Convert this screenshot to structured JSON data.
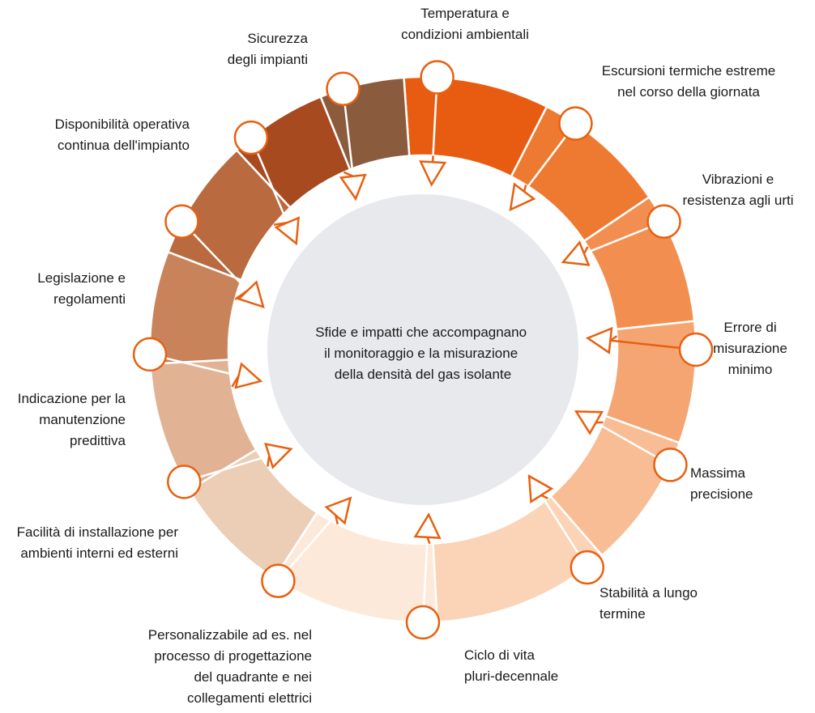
{
  "center": {
    "lines": [
      "Sfide e impatti che accompagnano",
      "il monitoraggio e la misurazione",
      "della densità del gas isolante"
    ],
    "color": "#e8e9ec"
  },
  "accent_color": "#e8600f",
  "segments": [
    {
      "color": "#e85c12",
      "label": [
        "Temperatura e",
        "condizioni ambientali"
      ]
    },
    {
      "color": "#ee7a32",
      "label": [
        "Escursioni termiche estreme",
        "nel corso della giornata"
      ]
    },
    {
      "color": "#f28f50",
      "label": [
        "Vibrazioni e",
        "resistenza agli urti"
      ]
    },
    {
      "color": "#f5a572",
      "label": [
        "Errore di",
        "misurazione",
        "minimo"
      ]
    },
    {
      "color": "#f8bd94",
      "label": [
        "Massima",
        "precisione"
      ]
    },
    {
      "color": "#fbd3b6",
      "label": [
        "Stabilità a lungo",
        "termine"
      ]
    },
    {
      "color": "#fde9da",
      "label": [
        "Ciclo di vita",
        "pluri-decennale"
      ]
    },
    {
      "color": "#eccdb6",
      "label": [
        "Personalizzabile ad es. nel",
        "processo di progettazione",
        "del quadrante e nei",
        "collegamenti elettrici"
      ]
    },
    {
      "color": "#e1b394",
      "label": [
        "Facilità di installazione per",
        "ambienti interni ed esterni"
      ]
    },
    {
      "color": "#c9835a",
      "label": [
        "Indicazione per la",
        "manutenzione",
        "predittiva"
      ]
    },
    {
      "color": "#b96a3f",
      "label": [
        "Legislazione e",
        "regolamenti"
      ]
    },
    {
      "color": "#a74a1f",
      "label": [
        "Disponibilità operativa",
        "continua dell'impianto"
      ]
    },
    {
      "color": "#8b5b3d",
      "label": [
        "Sicurezza",
        "degli impianti"
      ]
    }
  ]
}
